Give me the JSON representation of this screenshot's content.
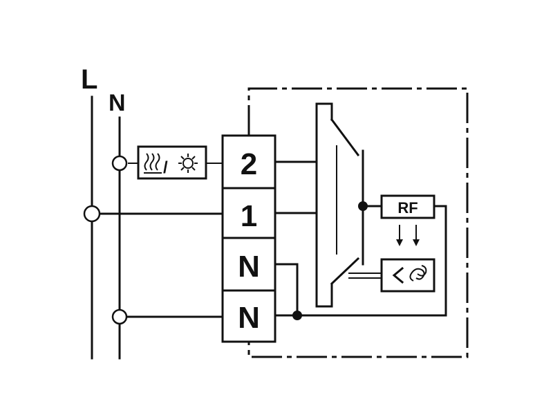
{
  "supply": {
    "line_label": "L",
    "neutral_label": "N"
  },
  "terminals": [
    {
      "label": "2"
    },
    {
      "label": "1"
    },
    {
      "label": "N"
    },
    {
      "label": "N"
    }
  ],
  "mode_switch": {
    "icons": [
      "heating-icon",
      "cooling-icon"
    ],
    "separator": "/"
  },
  "rf_module": {
    "label": "RF",
    "arrows": "↓↓"
  },
  "fan_module": {
    "icons": [
      "reverse-chevron-icon",
      "fan-icon"
    ]
  },
  "colors": {
    "ink": "#111111",
    "paper": "#ffffff"
  }
}
